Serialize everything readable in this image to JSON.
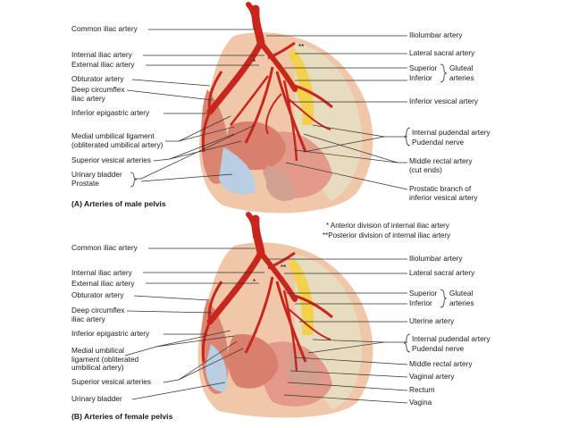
{
  "male": {
    "caption": "(A) Arteries of male pelvis",
    "left": [
      {
        "id": "common-iliac",
        "text": "Common iliac artery"
      },
      {
        "id": "internal-iliac",
        "text": "Internal iliac artery"
      },
      {
        "id": "external-iliac",
        "text": "External iliac artery"
      },
      {
        "id": "obturator",
        "text": "Obturator artery"
      },
      {
        "id": "deep-circumflex",
        "text": "Deep circumflex\niliac artery"
      },
      {
        "id": "inferior-epigastric",
        "text": "Inferior epigastric artery"
      },
      {
        "id": "medial-umbilical",
        "text": "Medial umbilical ligament\n(obliterated umbilical artery)"
      },
      {
        "id": "superior-vesical",
        "text": "Superior vesical arteries"
      },
      {
        "id": "bladder-prostate",
        "text": "Urinary bladder\nProstate"
      }
    ],
    "right": [
      {
        "id": "iliolumbar",
        "text": "Iliolumbar artery"
      },
      {
        "id": "lateral-sacral",
        "text": "Lateral sacral artery"
      },
      {
        "id": "gluteal",
        "text": "Superior\nInferior"
      },
      {
        "id": "inferior-vesical",
        "text": "Inferior vesical artery"
      },
      {
        "id": "int-pudendal",
        "text": "Internal pudendal artery\nPudendal nerve"
      },
      {
        "id": "middle-rectal",
        "text": "Middle rectal artery\n(cut ends)"
      },
      {
        "id": "prostatic-branch",
        "text": "Prostatic branch of\ninferior vesical artery"
      }
    ],
    "gluteal_group": "Gluteal\narteries"
  },
  "notes": {
    "anterior": "* Anterior division of internal iliac artery",
    "posterior": "**Posterior division of internal iliac artery"
  },
  "female": {
    "caption": "(B) Arteries of female pelvis",
    "left": [
      {
        "id": "common-iliac",
        "text": "Common iliac artery"
      },
      {
        "id": "internal-external",
        "text": "Internal iliac artery\nExternal iliac artery"
      },
      {
        "id": "obturator",
        "text": "Obturator artery"
      },
      {
        "id": "deep-circumflex",
        "text": "Deep circumflex\niliac artery"
      },
      {
        "id": "inferior-epigastric",
        "text": "Inferior epigastric artery"
      },
      {
        "id": "medial-umbilical",
        "text": "Medial umbilical\nligament (obliterated\numbilical artery)"
      },
      {
        "id": "superior-vesical",
        "text": "Superior vesical arteries"
      },
      {
        "id": "urinary-bladder",
        "text": "Urinary bladder"
      }
    ],
    "right": [
      {
        "id": "iliolumbar",
        "text": "Iliolumbar artery"
      },
      {
        "id": "lateral-sacral",
        "text": "Lateral sacral artery"
      },
      {
        "id": "gluteal",
        "text": "Superior\nInferior"
      },
      {
        "id": "uterine",
        "text": "Uterine artery"
      },
      {
        "id": "int-pudendal",
        "text": "Internal pudendal artery\nPudendal nerve"
      },
      {
        "id": "middle-rectal",
        "text": "Middle rectal artery"
      },
      {
        "id": "vaginal-artery",
        "text": "Vaginal artery"
      },
      {
        "id": "rectum",
        "text": "Rectum"
      },
      {
        "id": "vagina",
        "text": "Vagina"
      }
    ],
    "gluteal_group": "Gluteal\narteries"
  },
  "colors": {
    "artery": "#c8261c",
    "muscle": "#d98572",
    "tissue": "#f0c7a8",
    "bone": "#e8dcc0",
    "nerve": "#f2d24a",
    "bladder": "#b9cde3",
    "leader": "#333333"
  }
}
